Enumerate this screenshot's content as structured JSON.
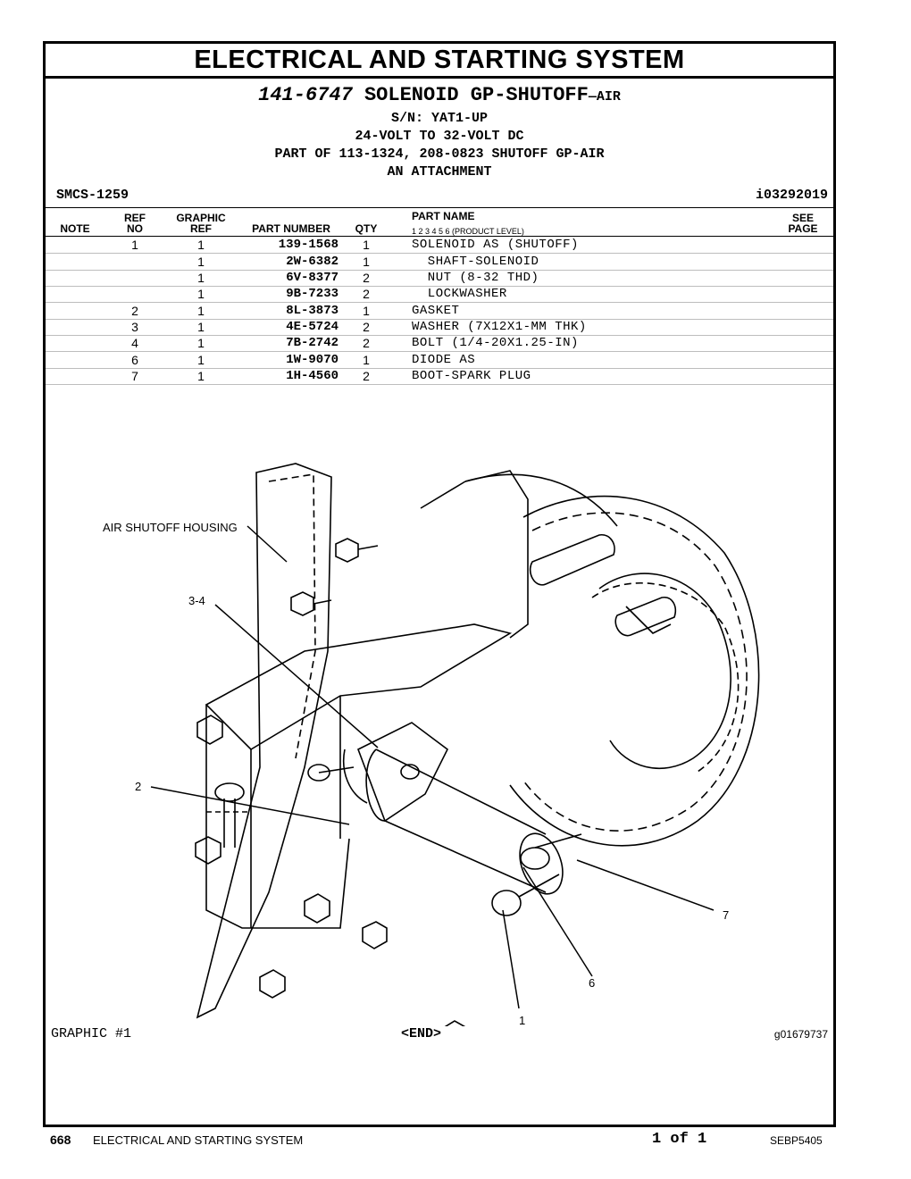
{
  "header": {
    "title": "ELECTRICAL AND STARTING SYSTEM",
    "part_number": "141-6747",
    "part_title": "SOLENOID GP-SHUTOFF",
    "part_title_suffix": "—AIR",
    "serial": "S/N: YAT1-UP",
    "voltage": "24-VOLT TO 32-VOLT DC",
    "part_of": "PART OF 113-1324, 208-0823 SHUTOFF GP-AIR",
    "attachment": "AN ATTACHMENT",
    "smcs": "SMCS-1259",
    "illustration_ref": "i03292019"
  },
  "table": {
    "headers": {
      "note": "NOTE",
      "ref_top": "REF",
      "ref_bottom": "NO",
      "graphic_top": "GRAPHIC",
      "graphic_bottom": "REF",
      "part_number": "PART NUMBER",
      "qty": "QTY",
      "part_name": "PART NAME",
      "levels": "1   2   3   4   5   6   (PRODUCT LEVEL)",
      "see_top": "SEE",
      "see_bottom": "PAGE"
    },
    "rows": [
      {
        "ref": "1",
        "graphic": "1",
        "part": "139-1568",
        "qty": "1",
        "name": "SOLENOID AS (SHUTOFF)"
      },
      {
        "ref": "",
        "graphic": "1",
        "part": "2W-6382",
        "qty": "1",
        "name": "  SHAFT-SOLENOID"
      },
      {
        "ref": "",
        "graphic": "1",
        "part": "6V-8377",
        "qty": "2",
        "name": "  NUT (8-32 THD)"
      },
      {
        "ref": "",
        "graphic": "1",
        "part": "9B-7233",
        "qty": "2",
        "name": "  LOCKWASHER"
      },
      {
        "ref": "2",
        "graphic": "1",
        "part": "8L-3873",
        "qty": "1",
        "name": "GASKET"
      },
      {
        "ref": "3",
        "graphic": "1",
        "part": "4E-5724",
        "qty": "2",
        "name": "WASHER (7X12X1-MM THK)"
      },
      {
        "ref": "4",
        "graphic": "1",
        "part": "7B-2742",
        "qty": "2",
        "name": "BOLT (1/4-20X1.25-IN)"
      },
      {
        "ref": "6",
        "graphic": "1",
        "part": "1W-9070",
        "qty": "1",
        "name": "DIODE AS"
      },
      {
        "ref": "7",
        "graphic": "1",
        "part": "1H-4560",
        "qty": "2",
        "name": "BOOT-SPARK PLUG"
      }
    ]
  },
  "drawing": {
    "callouts": {
      "housing": "AIR SHUTOFF HOUSING",
      "c34": "3-4",
      "c2": "2",
      "c7": "7",
      "c6": "6",
      "c1": "1"
    }
  },
  "bottom": {
    "graphic_label": "GRAPHIC #1",
    "end_label": "<END>",
    "graphic_id": "g01679737"
  },
  "footer": {
    "page": "668",
    "section": "ELECTRICAL AND STARTING SYSTEM",
    "page_of": "1 of 1",
    "doc": "SEBP5405"
  }
}
